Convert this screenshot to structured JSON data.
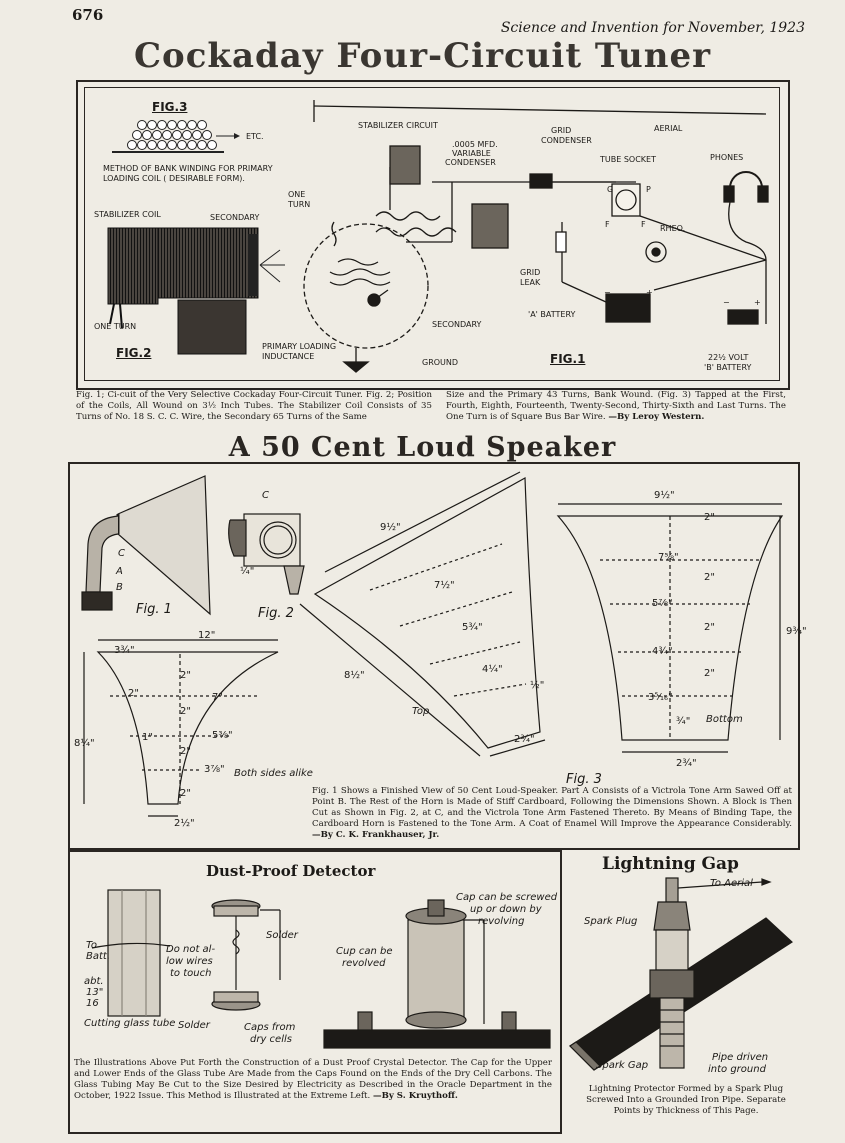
{
  "header": {
    "page_number": "676",
    "running_head": "Science and Invention for November, 1923"
  },
  "tuner": {
    "title": "Cockaday Four-Circuit Tuner",
    "fig3": {
      "label": "FIG.3",
      "etc": "ETC.",
      "desc1": "METHOD OF BANK WINDING FOR PRIMARY",
      "desc2": "LOADING COIL  ( DESIRABLE FORM)."
    },
    "fig2": {
      "label": "FIG.2",
      "stabilizer_coil": "STABILIZER COIL",
      "secondary": "SECONDARY",
      "one_turn": "ONE TURN",
      "primary_loading_1": "PRIMARY LOADING",
      "primary_loading_2": "INDUCTANCE"
    },
    "fig1": {
      "label": "FIG.1",
      "stabilizer_circuit": "STABILIZER CIRCUIT",
      "variable_1": ".0005 MFD.",
      "variable_2": "VARIABLE",
      "variable_3": "CONDENSER",
      "grid_condenser_1": "GRID",
      "grid_condenser_2": "CONDENSER",
      "aerial": "AERIAL",
      "tube_socket": "TUBE SOCKET",
      "phones": "PHONES",
      "one_turn_1": "ONE",
      "one_turn_2": "TURN",
      "rheo": "RHEO.",
      "grid_leak_1": "GRID",
      "grid_leak_2": "LEAK",
      "a_battery": "'A' BATTERY",
      "secondary": "SECONDARY",
      "ground": "GROUND",
      "b_battery_1": "22½ VOLT",
      "b_battery_2": "'B' BATTERY",
      "socket_g": "G",
      "socket_p": "P",
      "socket_f1": "F",
      "socket_f2": "F",
      "minus": "−",
      "plus": "+"
    },
    "caption_left": "Fig. 1; Ci-cuit of the Very Selective Cockaday Four-Circuit Tuner. Fig. 2; Position of the Coils, All Wound on 3½ Inch Tubes. The Stabilizer Coil Consists of 35 Turns of No. 18 S. C. C. Wire, the Secondary 65 Turns of the Same",
    "caption_right": "Size and the Primary 43 Turns, Bank Wound. (Fig. 3) Tapped at the First, Fourth, Eighth, Fourteenth, Twenty-Second, Thirty-Sixth and Last Turns. The One Turn is of Square Bus Bar Wire.",
    "caption_author": "—By Leroy Western."
  },
  "speaker": {
    "title": "A 50 Cent Loud Speaker",
    "fig1_label": "Fig. 1",
    "fig2_label": "Fig. 2",
    "fig3_label": "Fig. 3",
    "letter_a": "A",
    "letter_b": "B",
    "letter_c": "C",
    "top_label": "Top",
    "bottom_label": "Bottom",
    "both_sides": "Both sides alike",
    "dims": {
      "d_12": "12\"",
      "d_3_3_4": "3¾\"",
      "d_8_1_4": "8¼\"",
      "d_2a": "2\"",
      "d_7": "7\"",
      "d_1": "1\"",
      "d_5_3_8": "5⅜\"",
      "d_3_7_8": "3⅞\"",
      "d_2_1_2": "2½\"",
      "d_9_1_2": "9½\"",
      "d_7_1_2": "7½\"",
      "d_5_3_4": "5¾\"",
      "d_4_1_4": "4¼\"",
      "d_2_3_4": "2¾\"",
      "d_8_1_2": "8½\"",
      "d_7_5_8": "7⅝\"",
      "d_5_7_8": "5⅞\"",
      "d_4_3_4": "4¾\"",
      "d_3_5_16": "3⁵⁄₁₆\"",
      "d_2_3_4b": "2¾\"",
      "d_9_3_4": "9¾\"",
      "d_1_4": "¼\"",
      "d_3_4": "¾\"",
      "d_1_2": "½\""
    },
    "caption": "Fig. 1 Shows a Finished View of 50 Cent Loud-Speaker. Part A Consists of a Victrola Tone Arm Sawed Off at Point B. The Rest of the Horn is Made of Stiff Cardboard, Following the Dimensions Shown. A Block is Then Cut as Shown in Fig. 2, at C, and the Victrola Tone Arm Fastened Thereto. By Means of Binding Tape, the Cardboard Horn is Fastened to the Tone Arm. A Coat of Enamel Will Improve the Appearance Considerably.",
    "caption_author": "—By C. K. Frankhauser, Jr."
  },
  "detector": {
    "title": "Dust-Proof Detector",
    "to_batt_1": "To",
    "to_batt_2": "Batt.",
    "abt_1": "abt.",
    "abt_2": "13\"",
    "abt_3": "16",
    "do_not_1": "Do not al-",
    "do_not_2": "low wires",
    "do_not_3": "to touch",
    "solder_top": "Solder",
    "solder_bottom": "Solder",
    "caps_1": "Caps from",
    "caps_2": "dry cells",
    "cutting": "Cutting glass tube",
    "cup_1": "Cup can be",
    "cup_2": "revolved",
    "cap_1": "Cap can be screwed",
    "cap_2": "up or down by",
    "cap_3": "revolving",
    "caption": "The Illustrations Above Put Forth the Construction of a Dust Proof Crystal Detector. The Cap for the Upper and Lower Ends of the Glass Tube Are Made from the Caps Found on the Ends of the Dry Cell Carbons. The Glass Tubing May Be Cut to the Size Desired by Electricity as Described in the Oracle Department in the October, 1922 Issue. This Method is Illustrated at the Extreme Left.",
    "caption_author": "—By S. Kruythoff."
  },
  "lightning": {
    "title": "Lightning Gap",
    "to_aerial": "To Aerial",
    "spark_plug": "Spark Plug",
    "spark_gap": "Spark Gap",
    "pipe_1": "Pipe driven",
    "pipe_2": "into ground",
    "caption_1": "Lightning Protector Formed by a Spark Plug",
    "caption_2": "Screwed Into a Grounded Iron Pipe. Separate",
    "caption_3": "Points by Thickness of This Page."
  }
}
